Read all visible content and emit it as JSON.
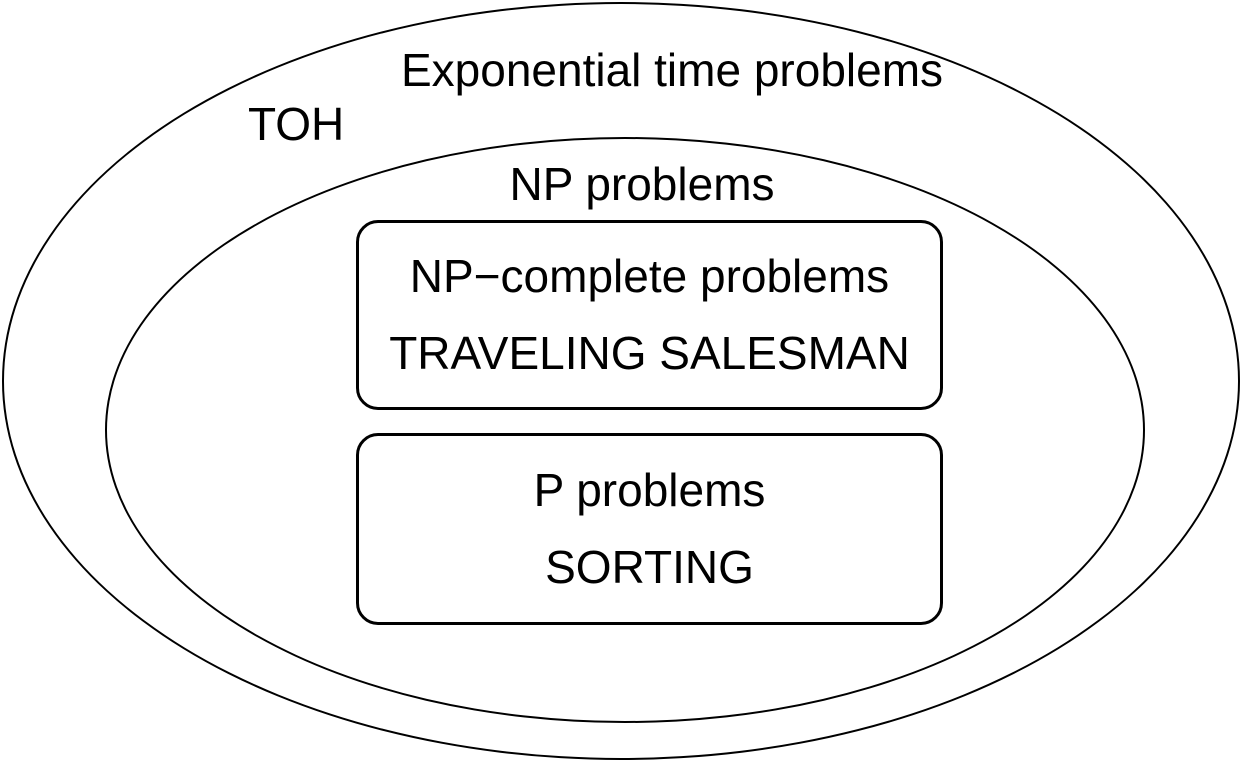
{
  "diagram": {
    "type": "euler-set-diagram",
    "background_color": "#ffffff",
    "stroke_color": "#000000",
    "outer_ellipse": {
      "label": "Exponential time problems",
      "example": "TOH"
    },
    "inner_ellipse": {
      "label": "NP problems"
    },
    "boxes": [
      {
        "title": "NP−complete problems",
        "example": "TRAVELING SALESMAN"
      },
      {
        "title": "P problems",
        "example": "SORTING"
      }
    ]
  }
}
